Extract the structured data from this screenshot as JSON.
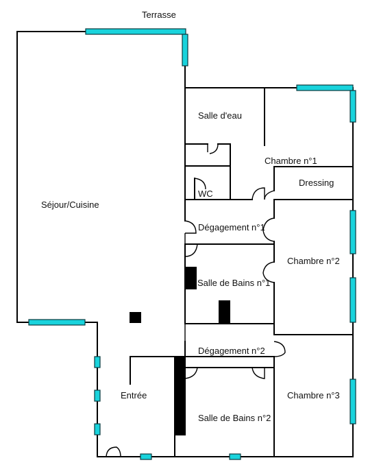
{
  "labels": {
    "terrasse": "Terrasse",
    "sejour": "Séjour/Cuisine",
    "salle_eau": "Salle d'eau",
    "chambre1": "Chambre n°1",
    "dressing": "Dressing",
    "wc": "WC",
    "degagement1": "Dégagement n°1",
    "chambre2": "Chambre n°2",
    "sdb1": "Salle de Bains n°1",
    "degagement2": "Dégagement n°2",
    "entree": "Entrée",
    "sdb2": "Salle de Bains n°2",
    "chambre3": "Chambre n°3"
  },
  "colors": {
    "walls": "#000000",
    "windows": "#19d3dc",
    "background": "#ffffff"
  }
}
